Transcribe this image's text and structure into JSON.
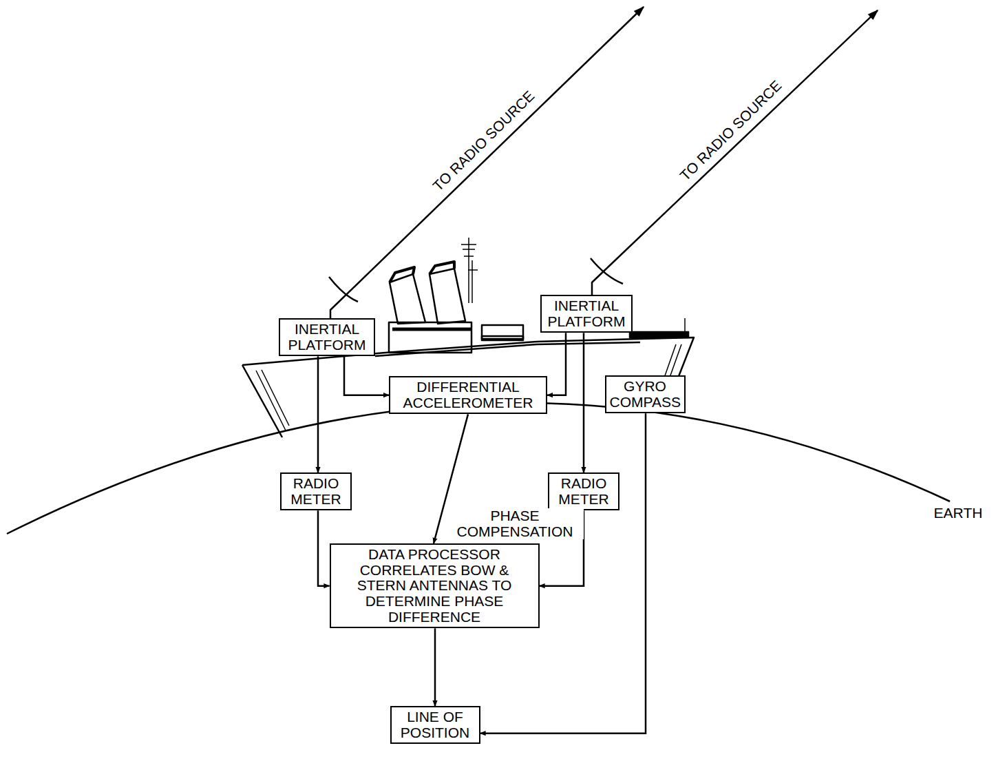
{
  "diagram": {
    "nodes": [
      {
        "text": [
          "INERTIAL PLATFORM"
        ]
      },
      {
        "text": [
          "DIFFERENTIAL ACCELEROMETER"
        ]
      },
      {
        "text": [
          "INERTIAL PLATFORM"
        ]
      },
      {
        "text": [
          "GYRO COMPASS"
        ]
      },
      {
        "text": [
          "RADIO METER"
        ]
      },
      {
        "text": [
          "RADIO METER"
        ]
      },
      {
        "text": [
          "DATA PROCESSOR CORRELATES BOW & STERN ANTENNAS TO DETERMINE PHASE DIFFERENCE"
        ]
      },
      {
        "text": [
          "LINE OF POSITION"
        ]
      }
    ],
    "edges": [
      {
        "from": 0,
        "to": 1,
        "arrow": "to"
      },
      {
        "from": 2,
        "to": 1,
        "arrow": "to"
      },
      {
        "from": 0,
        "to": 4,
        "arrow": "to"
      },
      {
        "from": 2,
        "to": 5,
        "arrow": "to"
      },
      {
        "from": 1,
        "to": 6,
        "label": "PHASE COMPENSATION",
        "arrow": "to"
      },
      {
        "from": 4,
        "to": 6,
        "arrow": "to"
      },
      {
        "from": 5,
        "to": 6,
        "arrow": "to"
      },
      {
        "from": 6,
        "to": 7,
        "arrow": "to"
      },
      {
        "from": 3,
        "to": 7,
        "arrow": "to"
      }
    ],
    "labels": [
      "TO RADIO SOURCE",
      "TO RADIO SOURCE",
      "EARTH"
    ]
  }
}
